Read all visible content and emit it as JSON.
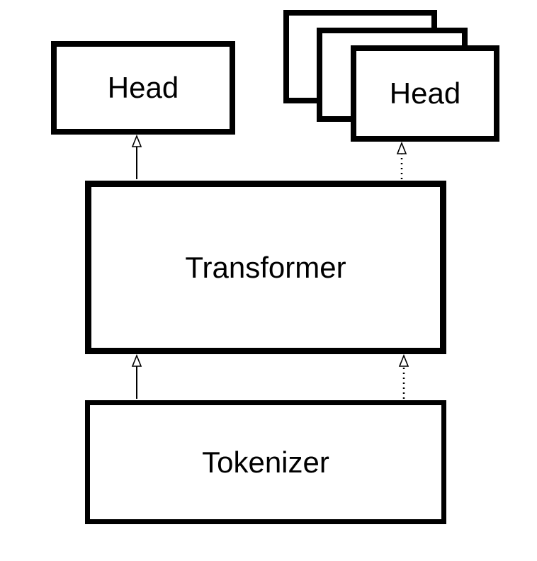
{
  "diagram": {
    "nodes": {
      "head_left": {
        "label": "Head"
      },
      "head_right": {
        "label": "Head"
      },
      "transformer": {
        "label": "Transformer"
      },
      "tokenizer": {
        "label": "Tokenizer"
      }
    },
    "edges": [
      {
        "from": "tokenizer",
        "to": "head_left_path",
        "style": "solid"
      },
      {
        "from": "tokenizer",
        "to": "head_right_path",
        "style": "dotted"
      },
      {
        "from": "transformer",
        "to": "head_left",
        "style": "solid"
      },
      {
        "from": "transformer",
        "to": "head_right",
        "style": "dotted"
      }
    ],
    "colors": {
      "line": "#000000",
      "background": "#ffffff"
    }
  }
}
